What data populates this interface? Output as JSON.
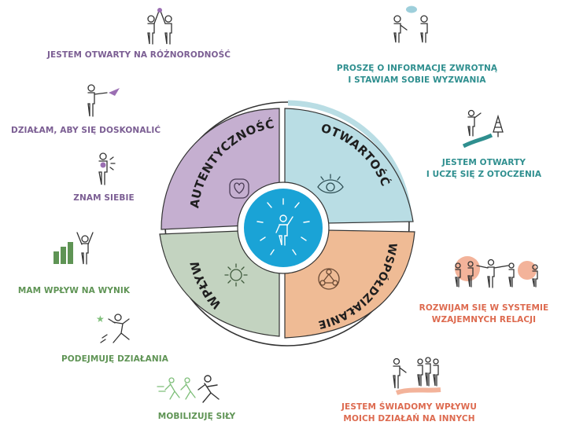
{
  "wheel": {
    "quadrants": [
      {
        "id": "autentycznosc",
        "label": "AUTENTYCZNOŚĆ",
        "color": "#c5afd0"
      },
      {
        "id": "otwartosc",
        "label": "OTWARTOŚĆ",
        "color": "#b9dde4"
      },
      {
        "id": "wspoldzialanie",
        "label": "WSPÓŁDZIAŁANIE",
        "color": "#efbb95"
      },
      {
        "id": "wplyw",
        "label": "WPŁYW",
        "color": "#c3d3c0"
      }
    ],
    "center_color": "#1aa3d6"
  },
  "statements": {
    "purple": [
      "JESTEM OTWARTY NA RÓŻNORODNOŚĆ",
      "DZIAŁAM, ABY SIĘ DOSKONALIĆ",
      "ZNAM SIEBIE"
    ],
    "teal": [
      [
        "PROSZĘ O INFORMACJĘ ZWROTNĄ",
        "I STAWIAM SOBIE WYZWANIA"
      ],
      [
        "JESTEM OTWARTY",
        "I UCZĘ SIĘ Z OTOCZENIA"
      ]
    ],
    "green": [
      "MAM WPŁYW NA WYNIK",
      "PODEJMUJĘ DZIAŁANIA",
      "MOBILIZUJĘ SIŁY"
    ],
    "red": [
      [
        "ROZWIJAM SIĘ W SYSTEMIE",
        "WZAJEMNYCH RELACJI"
      ],
      [
        "JESTEM ŚWIADOMY WPŁYWU",
        "MOICH DZIAŁAŃ NA INNYCH"
      ]
    ]
  },
  "colors": {
    "purple_text": "#7b5e93",
    "teal_text": "#2f8f8f",
    "green_text": "#5f9455",
    "red_text": "#dd6a4f",
    "outer_ring": "#ffffff",
    "outline": "#333333"
  }
}
